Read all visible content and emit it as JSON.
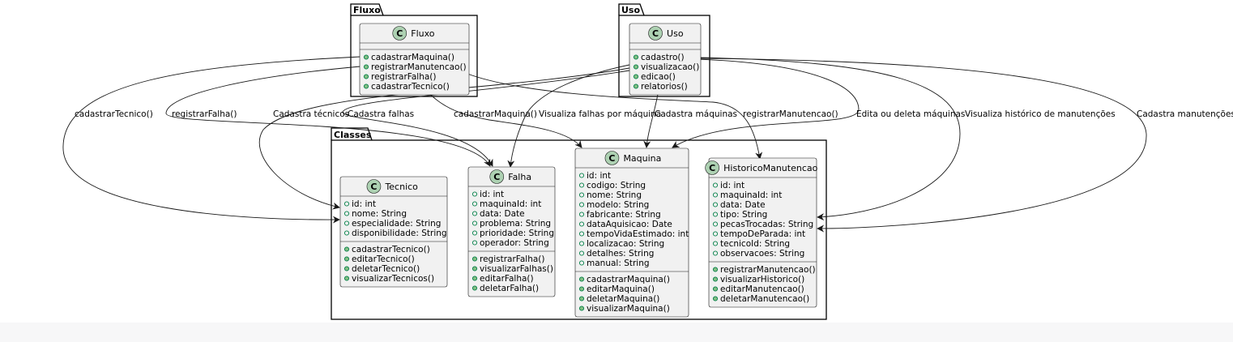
{
  "packages": {
    "fluxo": {
      "name": "Fluxo"
    },
    "uso": {
      "name": "Uso"
    },
    "classes": {
      "name": "Classes"
    }
  },
  "classes": {
    "fluxo": {
      "name": "Fluxo",
      "fields": [],
      "methods": [
        "cadastrarMaquina()",
        "registrarManutencao()",
        "registrarFalha()",
        "cadastrarTecnico()"
      ]
    },
    "uso": {
      "name": "Uso",
      "fields": [],
      "methods": [
        "cadastro()",
        "visualizacao()",
        "edicao()",
        "relatorios()"
      ]
    },
    "tecnico": {
      "name": "Tecnico",
      "fields": [
        "id: int",
        "nome: String",
        "especialidade: String",
        "disponibilidade: String"
      ],
      "methods": [
        "cadastrarTecnico()",
        "editarTecnico()",
        "deletarTecnico()",
        "visualizarTecnicos()"
      ]
    },
    "falha": {
      "name": "Falha",
      "fields": [
        "id: int",
        "maquinaId: int",
        "data: Date",
        "problema: String",
        "prioridade: String",
        "operador: String"
      ],
      "methods": [
        "registrarFalha()",
        "visualizarFalhas()",
        "editarFalha()",
        "deletarFalha()"
      ]
    },
    "maquina": {
      "name": "Maquina",
      "fields": [
        "id: int",
        "codigo: String",
        "nome: String",
        "modelo: String",
        "fabricante: String",
        "dataAquisicao: Date",
        "tempoVidaEstimado: int",
        "localizacao: String",
        "detalhes: String",
        "manual: String"
      ],
      "methods": [
        "cadastrarMaquina()",
        "editarMaquina()",
        "deletarMaquina()",
        "visualizarMaquina()"
      ]
    },
    "historico": {
      "name": "HistoricoManutencao",
      "fields": [
        "id: int",
        "maquinaId: int",
        "data: Date",
        "tipo: String",
        "pecasTrocadas: String",
        "tempoDeParada: int",
        "tecnicoId: String",
        "observacoes: String"
      ],
      "methods": [
        "registrarManutencao()",
        "visualizarHistorico()",
        "editarManutencao()",
        "deletarManutencao()"
      ]
    }
  },
  "edges": [
    {
      "from": "fluxo",
      "to": "tecnico",
      "label": "cadastrarTecnico()"
    },
    {
      "from": "fluxo",
      "to": "falha",
      "label": "registrarFalha()"
    },
    {
      "from": "fluxo",
      "to": "maquina",
      "label": "cadastrarMaquina()"
    },
    {
      "from": "fluxo",
      "to": "historico",
      "label": "registrarManutencao()"
    },
    {
      "from": "uso",
      "to": "tecnico",
      "label": "Cadastra técnicos"
    },
    {
      "from": "uso",
      "to": "falha",
      "label": "Cadastra falhas"
    },
    {
      "from": "uso",
      "to": "falha",
      "label": "Visualiza falhas por máquina"
    },
    {
      "from": "uso",
      "to": "maquina",
      "label": "Cadastra máquinas"
    },
    {
      "from": "uso",
      "to": "maquina",
      "label": "Edita ou deleta máquinas"
    },
    {
      "from": "uso",
      "to": "historico",
      "label": "Visualiza histórico de manutenções"
    },
    {
      "from": "uso",
      "to": "historico",
      "label": "Cadastra manutenções"
    }
  ],
  "colors": {
    "class_fill": "#f1f1f1",
    "class_icon": "#add1b2",
    "visibility_icon": "#84be84",
    "line": "#181818"
  }
}
